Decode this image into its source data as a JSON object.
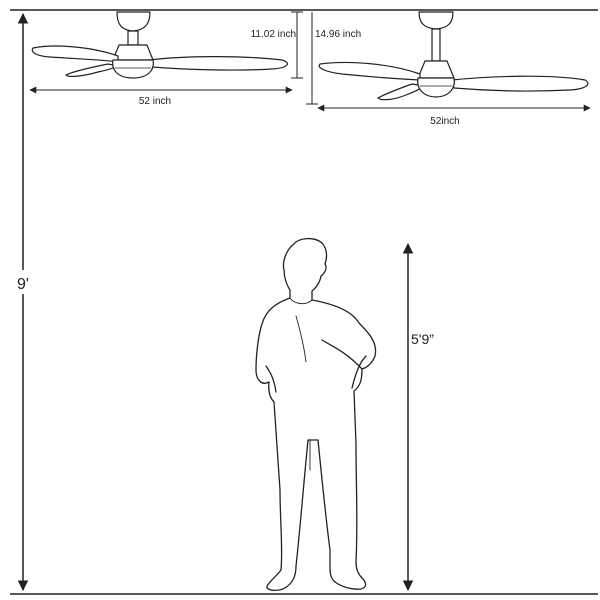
{
  "dimensions": {
    "ceiling_height": "9'",
    "person_height": "5'9”",
    "flush_fan_width": "52 inch",
    "flush_fan_drop": "11.02 inch",
    "downrod_fan_width": "52inch",
    "downrod_fan_drop": "14.96 inch"
  },
  "colors": {
    "line": "#222222",
    "fan_blade": "#ffffff",
    "background": "#ffffff"
  }
}
